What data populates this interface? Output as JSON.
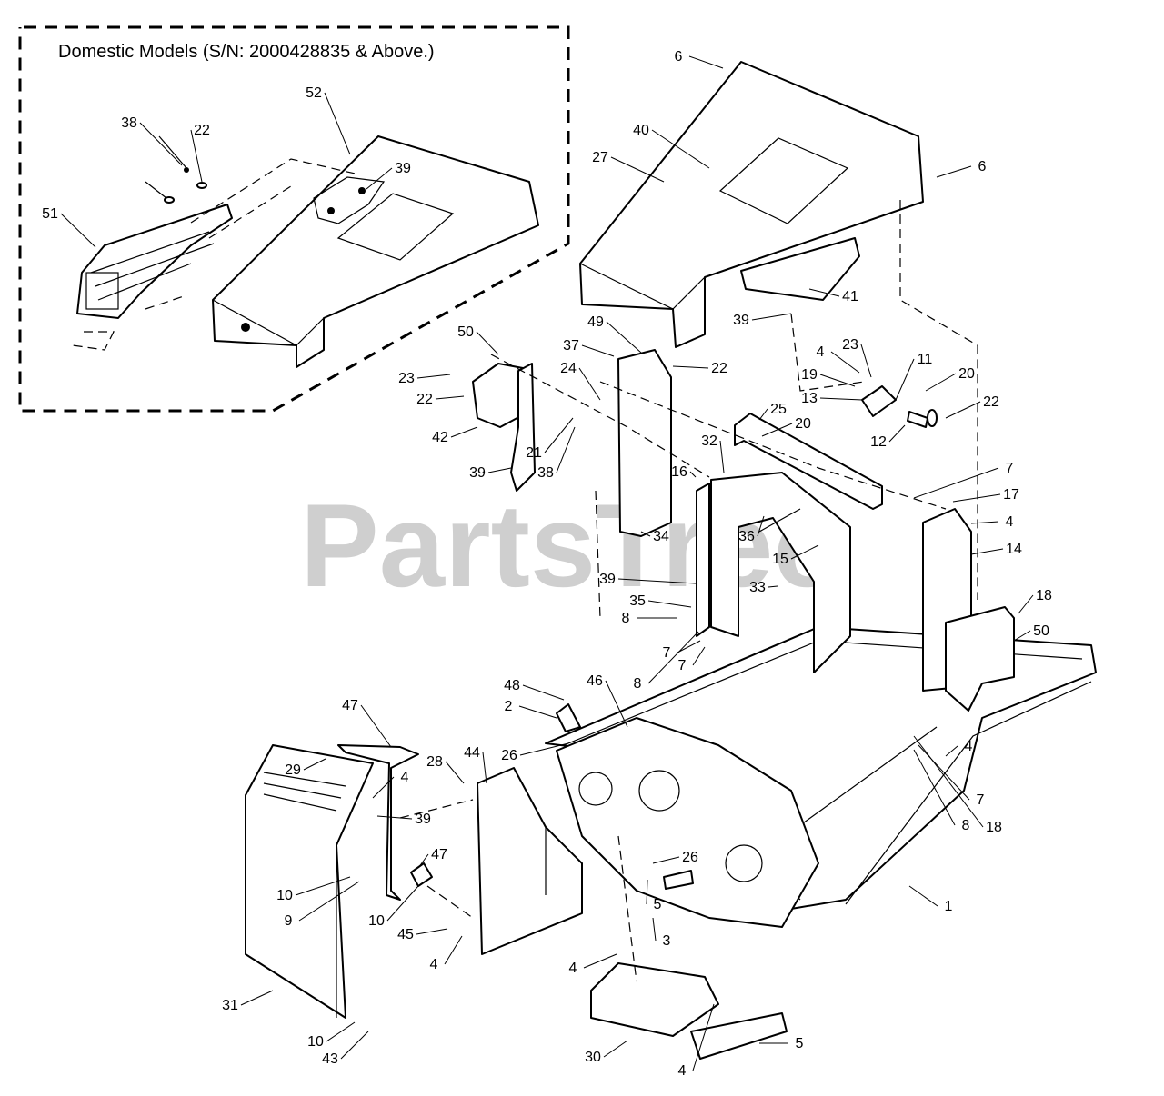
{
  "inset_title": "Domestic Models (S/N: 2000428835 & Above.)",
  "watermark": "PartsTree",
  "callouts": [
    "6",
    "40",
    "27",
    "6",
    "41",
    "39",
    "52",
    "38",
    "22",
    "39",
    "51",
    "50",
    "23",
    "22",
    "42",
    "39",
    "49",
    "37",
    "24",
    "21",
    "38",
    "22",
    "4",
    "23",
    "11",
    "19",
    "20",
    "13",
    "22",
    "12",
    "25",
    "20",
    "32",
    "16",
    "7",
    "17",
    "4",
    "14",
    "36",
    "34",
    "15",
    "39",
    "33",
    "35",
    "8",
    "7",
    "7",
    "8",
    "18",
    "50",
    "48",
    "46",
    "2",
    "26",
    "47",
    "29",
    "44",
    "28",
    "4",
    "39",
    "47",
    "26",
    "5",
    "10",
    "9",
    "10",
    "45",
    "4",
    "3",
    "4",
    "4",
    "7",
    "8",
    "18",
    "1",
    "30",
    "10",
    "43",
    "4",
    "5",
    "31"
  ]
}
